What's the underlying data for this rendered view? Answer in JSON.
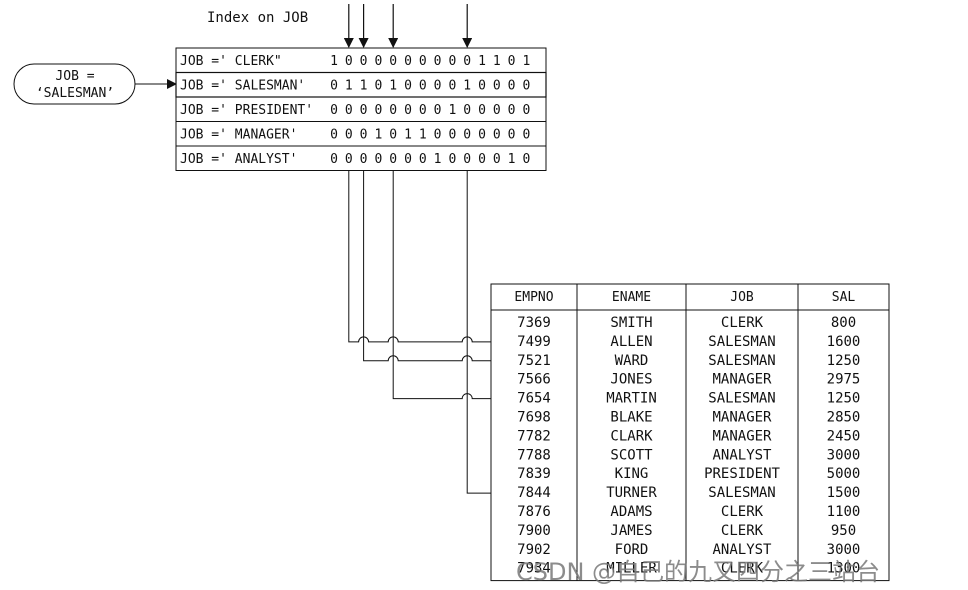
{
  "index_title": "Index on JOB",
  "query_oval": {
    "line1": "JOB =",
    "line2": "‘SALESMAN’"
  },
  "bitmap_rows": [
    {
      "label": "JOB =' CLERK\"",
      "bits": "10000000001101"
    },
    {
      "label": "JOB =' SALESMAN'",
      "bits": "01101000010000"
    },
    {
      "label": "JOB =' PRESIDENT'",
      "bits": "00000000100000"
    },
    {
      "label": "JOB =' MANAGER'",
      "bits": "00010110000000"
    },
    {
      "label": "JOB =' ANALYST'",
      "bits": "00000001000010"
    }
  ],
  "selected_bitmap_row": 1,
  "table": {
    "headers": [
      "EMPNO",
      "ENAME",
      "JOB",
      "SAL"
    ],
    "rows": [
      [
        "7369",
        "SMITH",
        "CLERK",
        "800"
      ],
      [
        "7499",
        "ALLEN",
        "SALESMAN",
        "1600"
      ],
      [
        "7521",
        "WARD",
        "SALESMAN",
        "1250"
      ],
      [
        "7566",
        "JONES",
        "MANAGER",
        "2975"
      ],
      [
        "7654",
        "MARTIN",
        "SALESMAN",
        "1250"
      ],
      [
        "7698",
        "BLAKE",
        "MANAGER",
        "2850"
      ],
      [
        "7782",
        "CLARK",
        "MANAGER",
        "2450"
      ],
      [
        "7788",
        "SCOTT",
        "ANALYST",
        "3000"
      ],
      [
        "7839",
        "KING",
        "PRESIDENT",
        "5000"
      ],
      [
        "7844",
        "TURNER",
        "SALESMAN",
        "1500"
      ],
      [
        "7876",
        "ADAMS",
        "CLERK",
        "1100"
      ],
      [
        "7900",
        "JAMES",
        "CLERK",
        "950"
      ],
      [
        "7902",
        "FORD",
        "ANALYST",
        "3000"
      ],
      [
        "7934",
        "MILLER",
        "CLERK",
        "1300"
      ]
    ]
  },
  "watermark": "CSDN @自己的九又四分之三站台"
}
